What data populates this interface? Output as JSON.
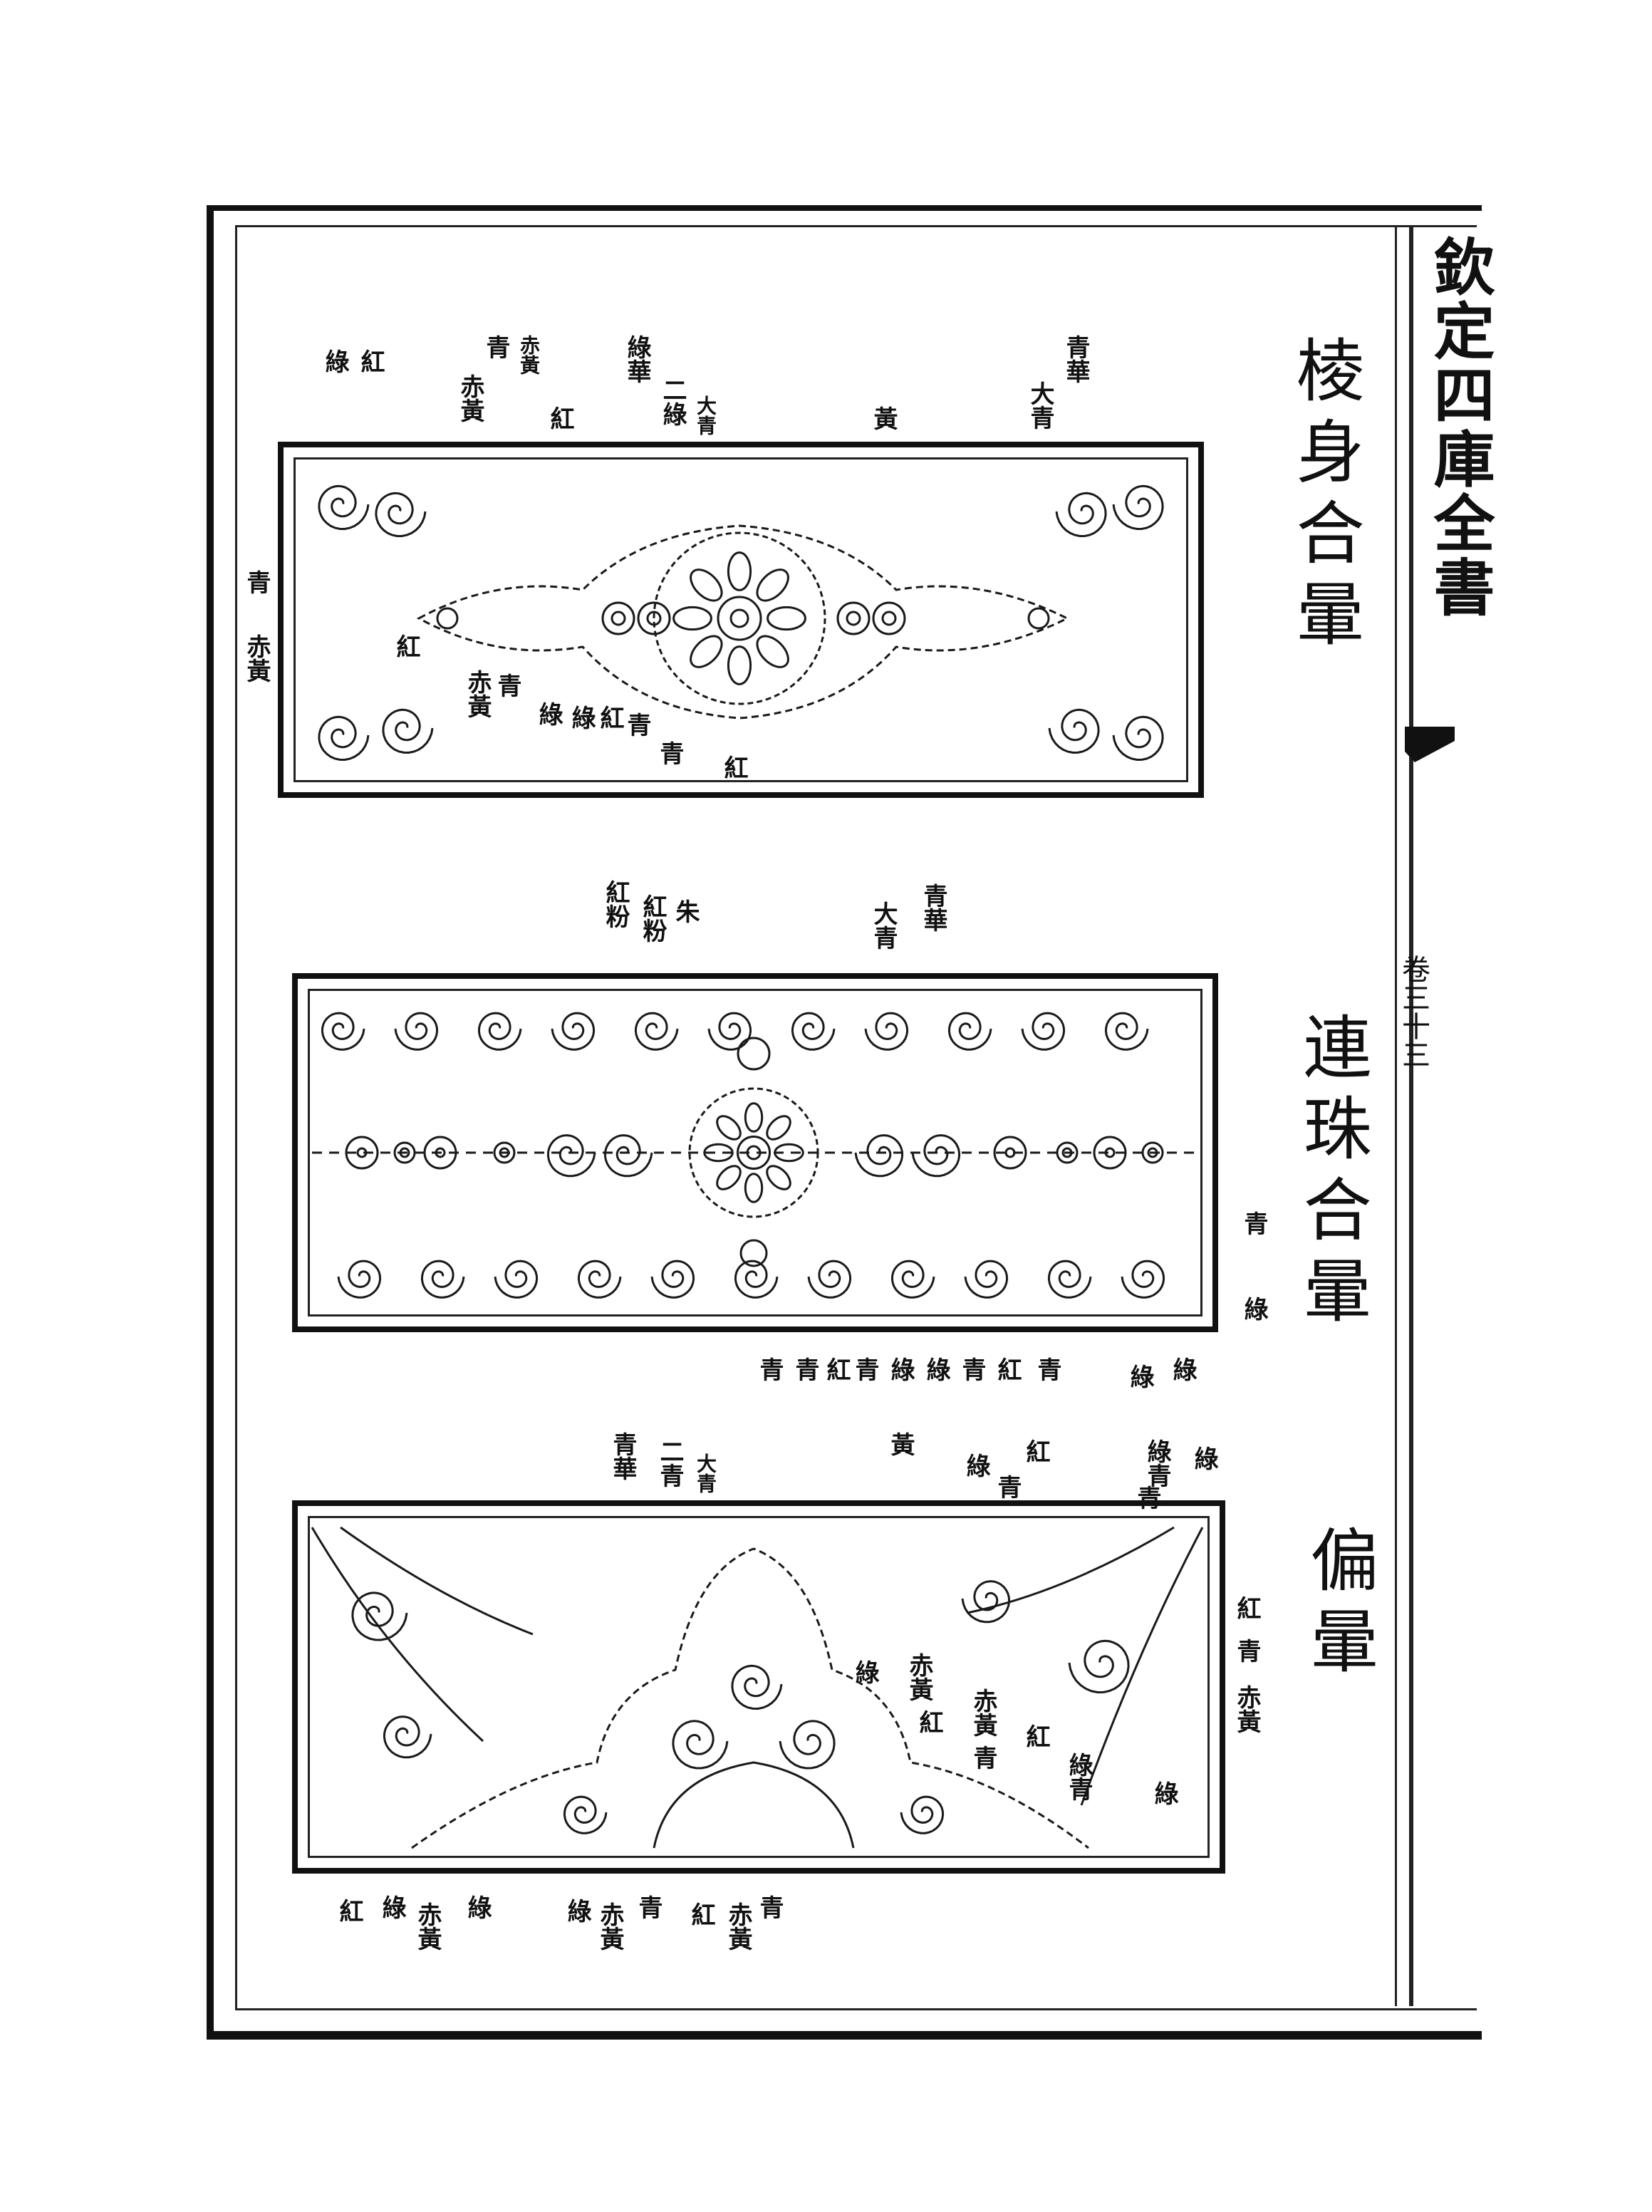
{
  "margin": {
    "book_title": "欽定四庫全書",
    "volume": "卷三十三"
  },
  "panels": [
    {
      "title": "棱身合暈",
      "labels": [
        "綠",
        "紅",
        "青",
        "赤黃",
        "赤黃",
        "紅",
        "綠華",
        "二綠",
        "大青",
        "黃",
        "青華",
        "大青",
        "青",
        "赤黃",
        "紅",
        "赤黃",
        "青",
        "綠",
        "綠",
        "紅",
        "青",
        "青",
        "紅"
      ]
    },
    {
      "title": "連珠合暈",
      "labels": [
        "紅粉",
        "紅粉",
        "朱",
        "青華",
        "大青",
        "青",
        "綠",
        "青",
        "青",
        "紅",
        "青",
        "綠",
        "綠",
        "青",
        "紅",
        "青",
        "綠",
        "綠"
      ]
    },
    {
      "title": "偏暈",
      "labels": [
        "青華",
        "二青",
        "大青",
        "黃",
        "綠",
        "紅",
        "青",
        "綠青",
        "綠",
        "青",
        "紅",
        "青",
        "赤黃",
        "赤黃",
        "綠",
        "紅",
        "赤黃",
        "青",
        "紅",
        "綠青",
        "綠",
        "紅",
        "綠",
        "赤黃",
        "綠",
        "綠",
        "赤黃",
        "青",
        "紅",
        "赤黃",
        "青"
      ]
    }
  ]
}
